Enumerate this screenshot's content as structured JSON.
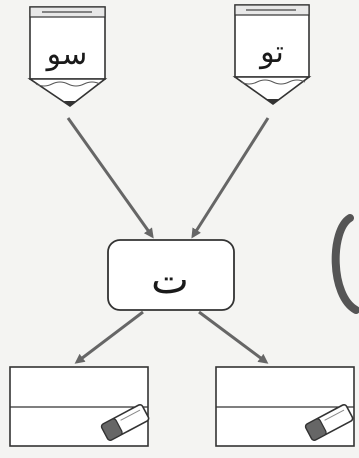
{
  "pencils": {
    "left_word": "سو",
    "right_word": "تو"
  },
  "center": {
    "letter": "ت"
  },
  "answer_boxes": [
    {
      "id": "left",
      "text": ""
    },
    {
      "id": "right",
      "text": ""
    }
  ],
  "colors": {
    "stroke": "#333333",
    "arrow": "#666666",
    "paper": "#f4f4f2",
    "shadow_ring": "#555555"
  },
  "icons": [
    "pencil-icon",
    "eraser-icon",
    "arrow-icon"
  ]
}
